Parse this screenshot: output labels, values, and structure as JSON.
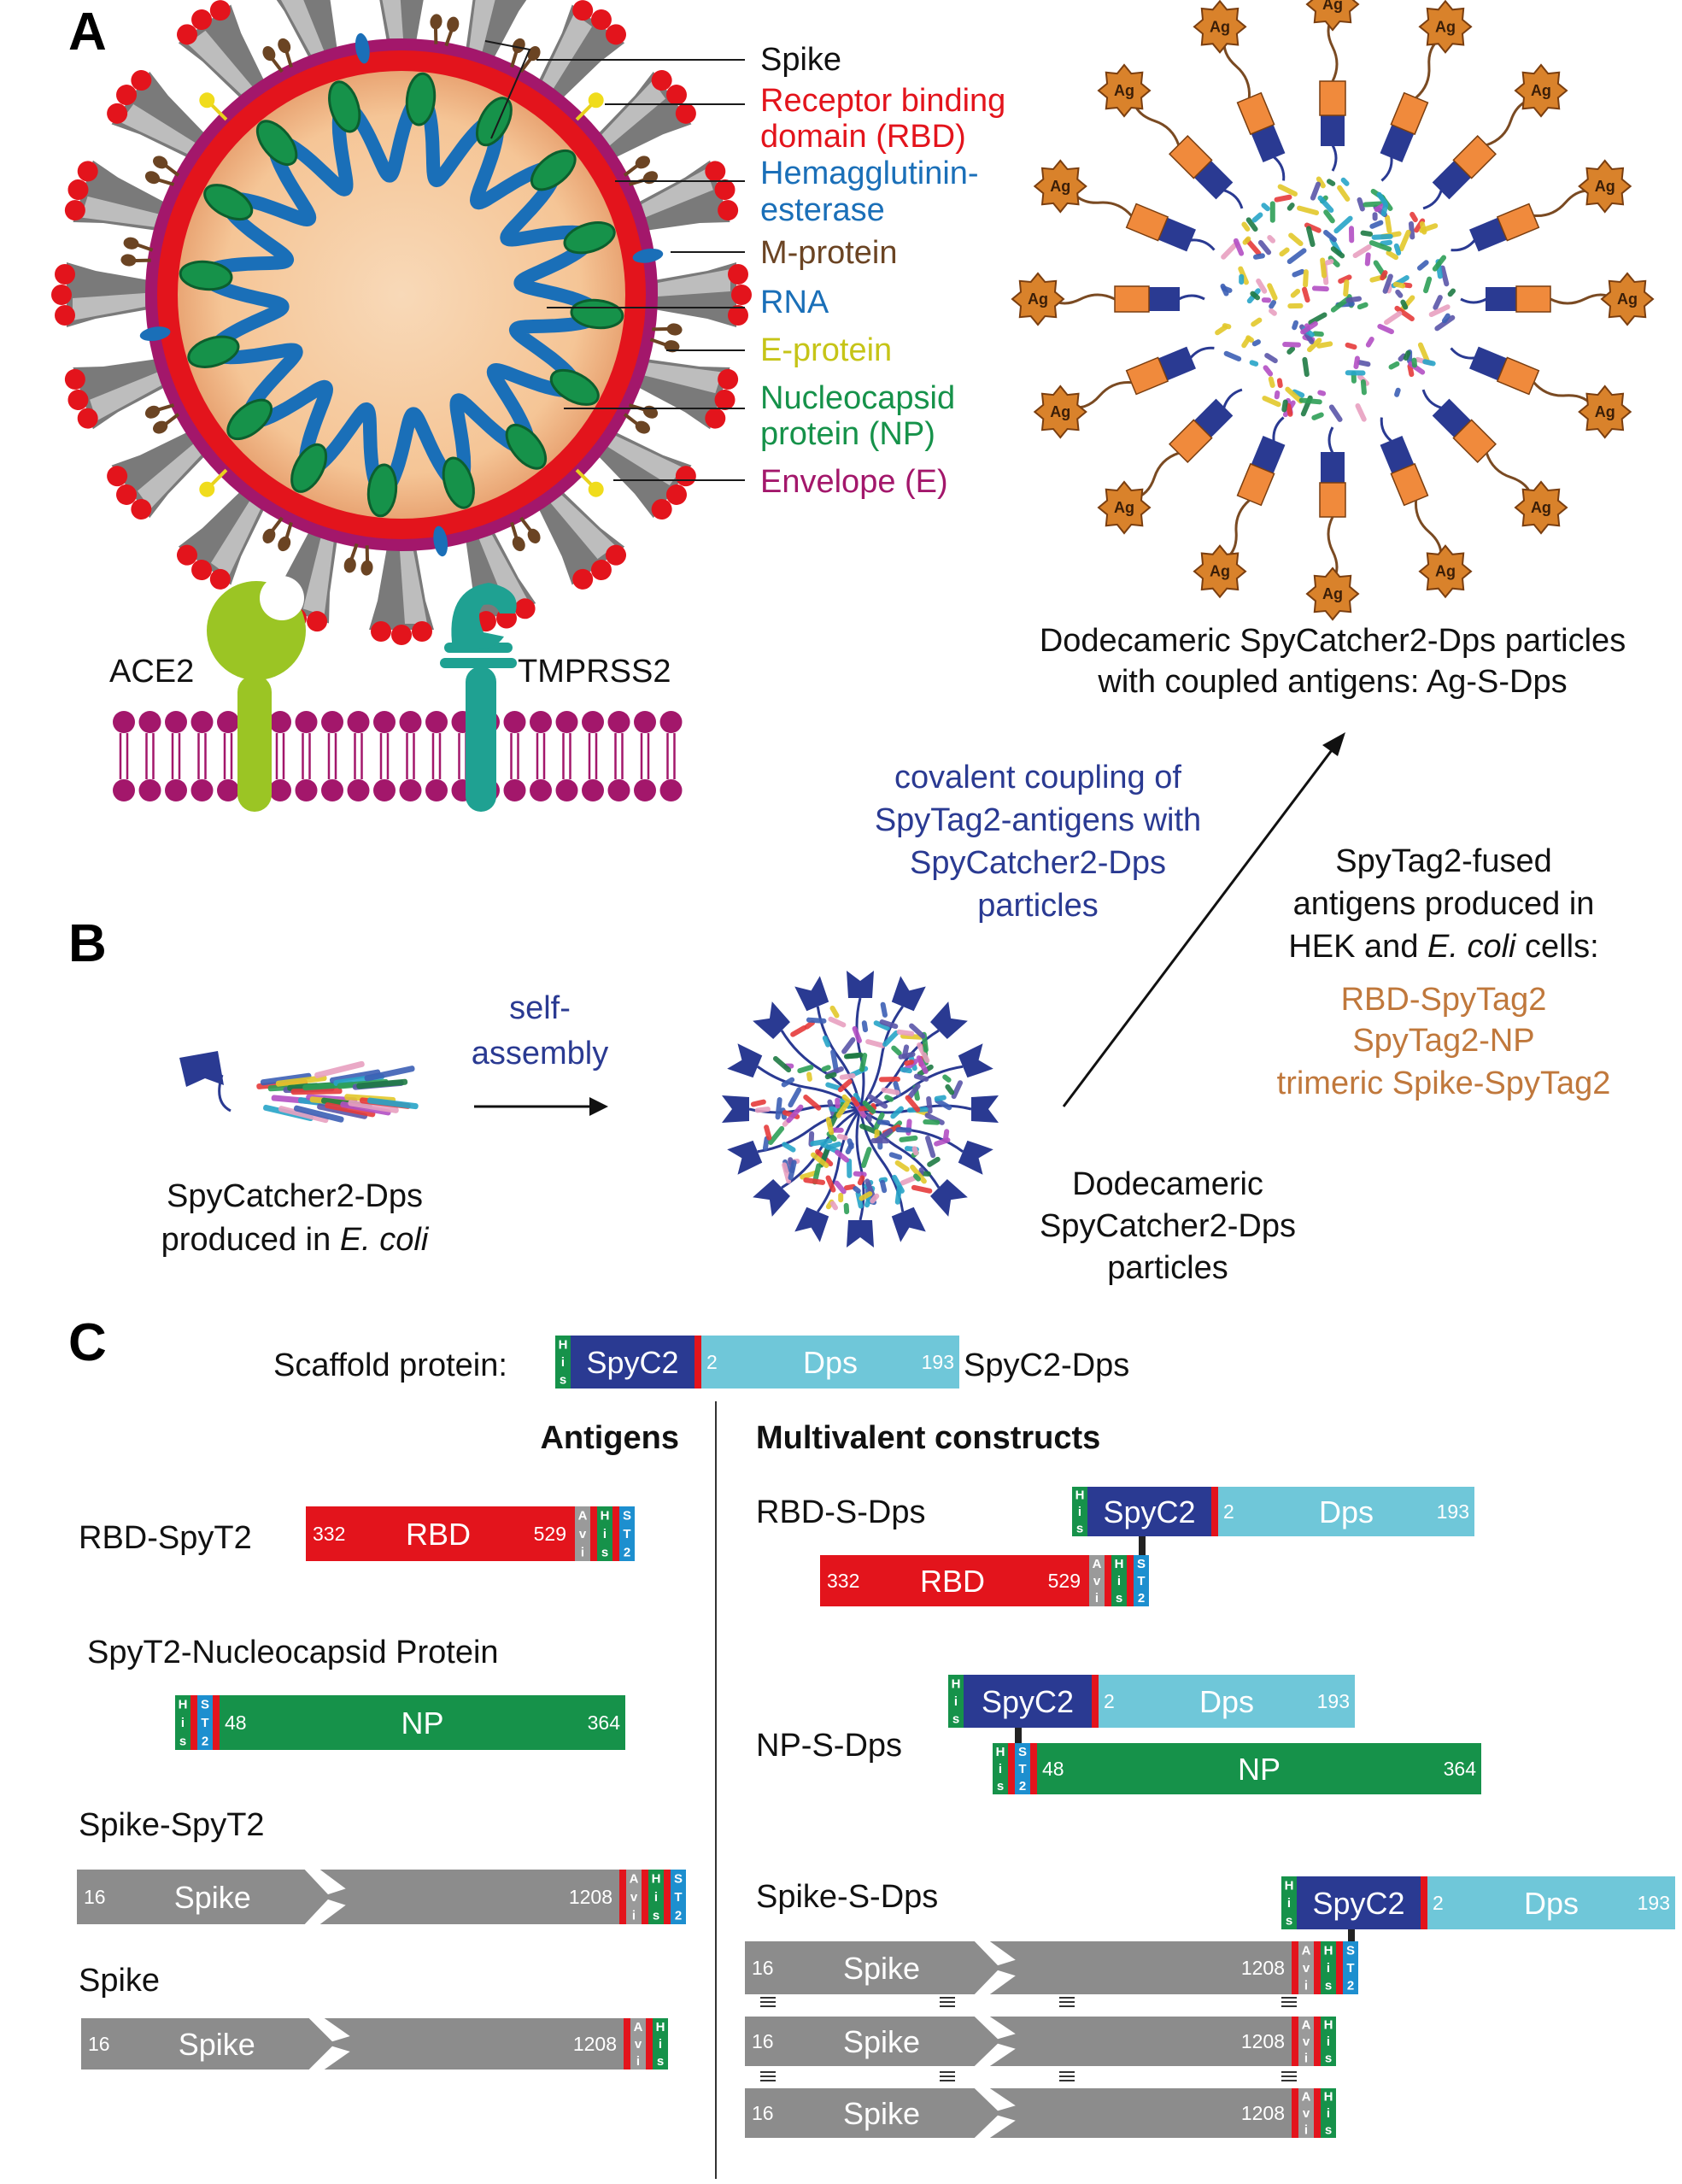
{
  "colors": {
    "red": "#e3141c",
    "crimson": "#c8102e",
    "blue": "#1a6fb8",
    "brown": "#6b4423",
    "yellow": "#c6c417",
    "green": "#16924a",
    "purple": "#a3176b",
    "navy": "#2a3a92",
    "orange": "#c0783c",
    "cyan": "#6fc7d9",
    "grey": "#8c8c8c"
  },
  "panels": {
    "a": "A",
    "b": "B",
    "c": "C"
  },
  "virus_legend": {
    "spike": "Spike",
    "rbd_1": "Receptor binding",
    "rbd_2": "domain (RBD)",
    "he_1": "Hemagglutinin-",
    "he_2": "esterase",
    "m": "M-protein",
    "rna": "RNA",
    "e_protein": "E-protein",
    "np_1": "Nucleocapsid",
    "np_2": "protein (NP)",
    "envelope": "Envelope (E)"
  },
  "receptors": {
    "ace2": "ACE2",
    "tmprss2": "TMPRSS2"
  },
  "particle": {
    "ag_label": "Ag",
    "caption_1": "Dodecameric SpyCatcher2-Dps particles",
    "caption_2": "with coupled antigens: Ag-S-Dps"
  },
  "coupling": {
    "line1": "covalent coupling of",
    "line2": "SpyTag2-antigens with",
    "line3": "SpyCatcher2-Dps",
    "line4": "particles"
  },
  "fused": {
    "line1": "SpyTag2-fused",
    "line2": "antigens produced in",
    "line3": "HEK and ",
    "line3_italic": "E. coli",
    "line3_end": " cells:",
    "item1": "RBD-SpyTag2",
    "item2": "SpyTag2-NP",
    "item3": "trimeric Spike-SpyTag2"
  },
  "panel_b": {
    "mono_1": "SpyCatcher2-Dps",
    "mono_2": "produced in ",
    "mono_2_italic": "E. coli",
    "self_1": "self-",
    "self_2": "assembly",
    "dodec_1": "Dodecameric",
    "dodec_2": "SpyCatcher2-Dps",
    "dodec_3": "particles"
  },
  "panel_c": {
    "scaffold_label": "Scaffold protein:",
    "scaffold_name": "SpyC2-Dps",
    "antigens_head": "Antigens",
    "multi_head": "Multivalent constructs",
    "spyc2": "SpyC2",
    "dps": "Dps",
    "rbd": "RBD",
    "np": "NP",
    "spike": "Spike",
    "num_2": "2",
    "num_193": "193",
    "num_332": "332",
    "num_529": "529",
    "num_48": "48",
    "num_364": "364",
    "num_16": "16",
    "num_1208": "1208",
    "his": "His",
    "avi": "Avi",
    "st2": "ST2",
    "rbd_spyt2": "RBD-SpyT2",
    "spyt2_np": "SpyT2-Nucleocapsid Protein",
    "spike_spyt2": "Spike-SpyT2",
    "spike_only": "Spike",
    "rbd_s_dps": "RBD-S-Dps",
    "np_s_dps": "NP-S-Dps",
    "spike_s_dps": "Spike-S-Dps"
  }
}
